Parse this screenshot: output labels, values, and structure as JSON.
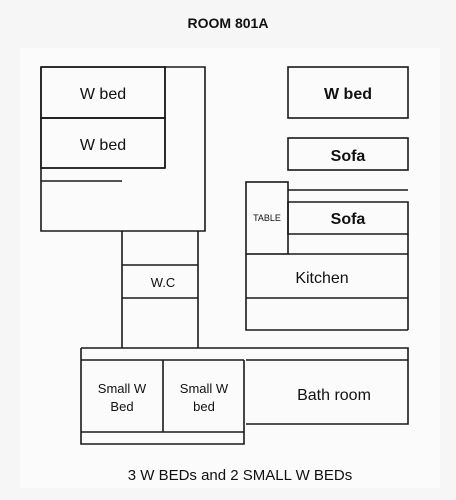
{
  "title": "ROOM 801A",
  "caption": "3 W BEDs and 2 SMALL W BEDs",
  "rooms": {
    "w_bed_1": "W bed",
    "w_bed_2": "W bed",
    "w_bed_3": "W bed",
    "sofa_1": "Sofa",
    "sofa_2": "Sofa",
    "table": "TABLE",
    "kitchen": "Kitchen",
    "wc": "W.C",
    "small_w_bed_1": [
      "Small W",
      "Bed"
    ],
    "small_w_bed_2": [
      "Small W",
      "bed"
    ],
    "bath_room": "Bath room"
  }
}
